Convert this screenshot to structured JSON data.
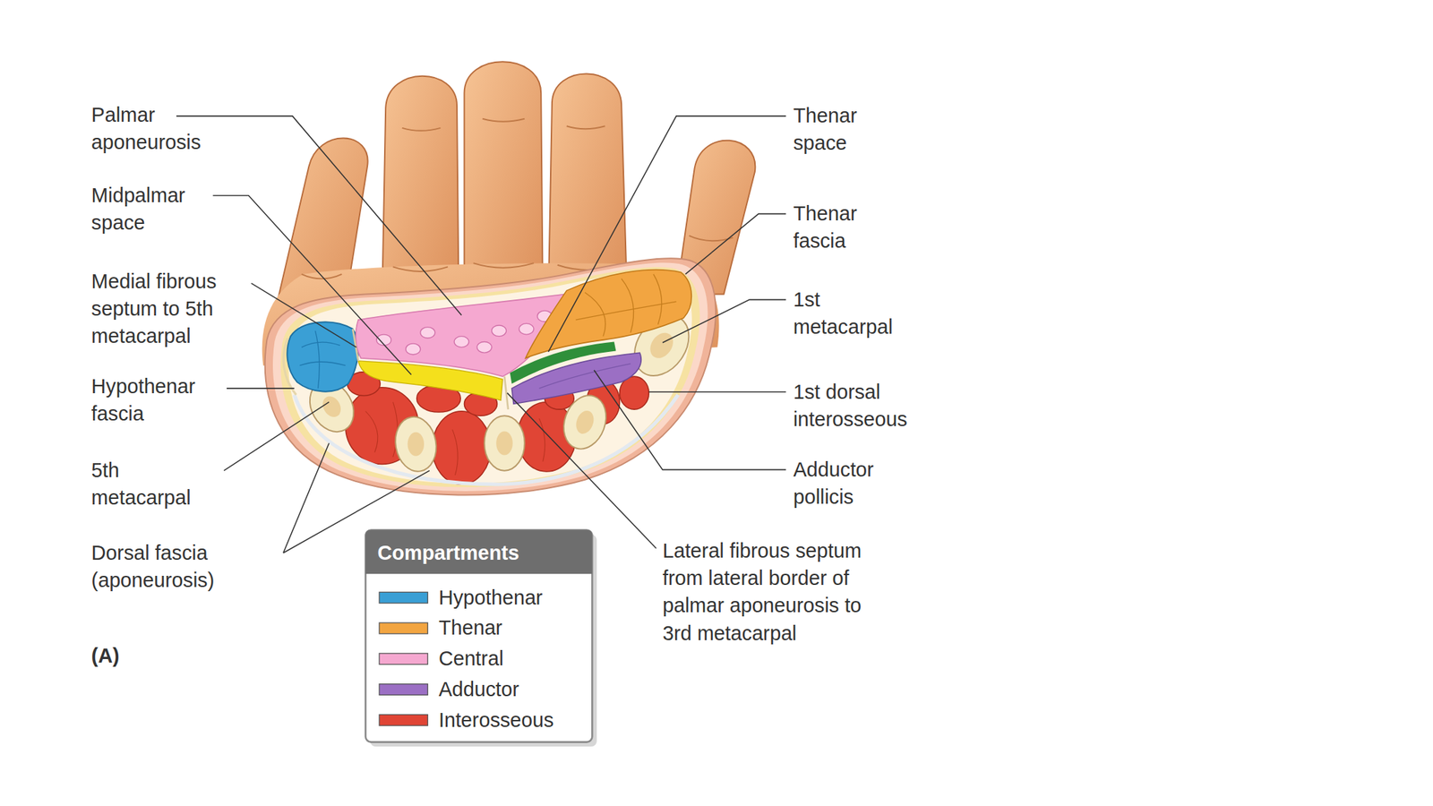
{
  "diagram": {
    "labels": [
      "Palmar aponeurosis",
      "Midpalmar space",
      "Medial fibrous septum to 5th metacarpal",
      "Hypothenar fascia",
      "5th metacarpal",
      "Dorsal fascia (aponeurosis)",
      "(A)",
      "Thenar space",
      "Thenar fascia",
      "1st metacarpal",
      "1st dorsal interosseous",
      "Adductor pollicis",
      "Lateral fibrous septum from lateral border of palmar aponeurosis to 3rd metacarpal",
      "Compartments"
    ],
    "legend": [
      {
        "text": "Hypothenar",
        "color": "#3a9fd5"
      },
      {
        "text": "Thenar",
        "color": "#f2a541"
      },
      {
        "text": "Central",
        "color": "#f5a8d0"
      },
      {
        "text": "Adductor",
        "color": "#9b6fc4"
      },
      {
        "text": "Interosseous",
        "color": "#e04535"
      }
    ]
  }
}
